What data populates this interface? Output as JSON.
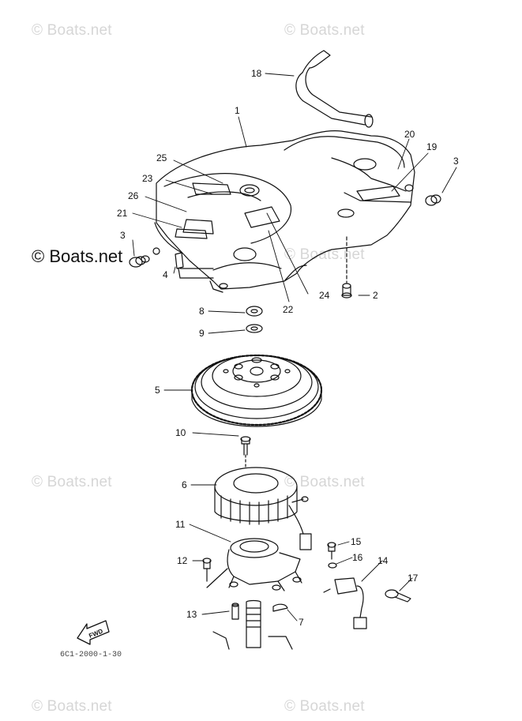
{
  "watermark": "© Boats.net",
  "watermark_main": "© Boats.net",
  "drawing_code": "6C1-2000-1-30",
  "fwd_label": "FWD",
  "callouts": [
    "1",
    "2",
    "3",
    "3",
    "4",
    "5",
    "6",
    "7",
    "8",
    "9",
    "10",
    "11",
    "12",
    "13",
    "14",
    "15",
    "16",
    "17",
    "18",
    "19",
    "20",
    "21",
    "22",
    "23",
    "24",
    "25",
    "26"
  ]
}
